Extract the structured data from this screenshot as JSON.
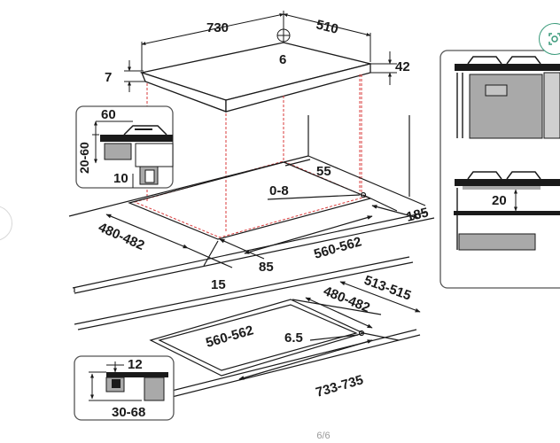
{
  "labels": {
    "top_width": "730",
    "top_depth": "510",
    "center_hole": "6",
    "glass_thickness": "7",
    "hob_height": "42",
    "burner_height": "60",
    "side_height": "20-60",
    "side_gap": "10",
    "cutout_depth": "480-482",
    "cutout_width": "560-562",
    "back_margin": "55",
    "tolerance": "0-8",
    "wall_distance": "185",
    "front_margin": "15",
    "front_offset": "85",
    "rebate_depth": "513-515",
    "inner_depth": "480-482",
    "inner_width": "560-562",
    "rebate_thickness": "6.5",
    "rebate_width": "733-735",
    "detail_top": "12",
    "detail_height": "30-68",
    "oven_gap": "20"
  },
  "pager": "6/6",
  "colors": {
    "line": "#1a1a1a",
    "hidden_line": "#d93a3a",
    "gray_fill": "#a9a9a9",
    "zoom_accent": "#3a9a7a"
  },
  "icons": {
    "zoom": "zoom-search-icon",
    "prev": "chevron-left-icon"
  }
}
